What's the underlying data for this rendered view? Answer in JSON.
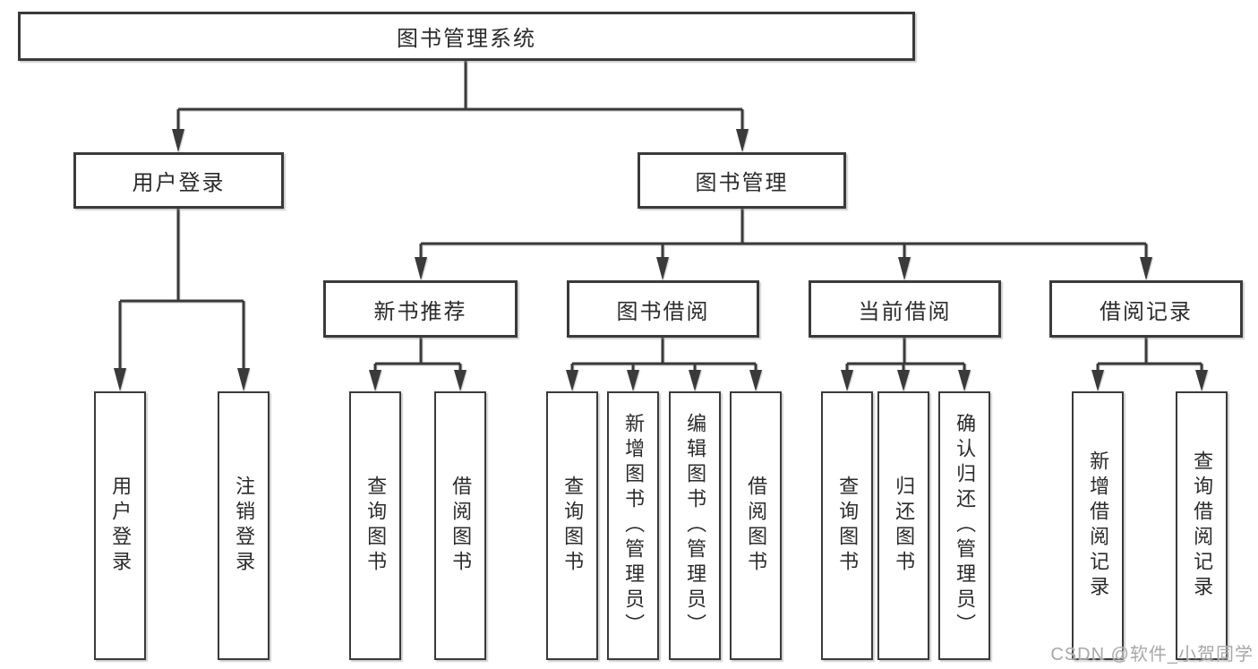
{
  "colors": {
    "line": "#3a3a3a",
    "box_border": "#3a3a3a",
    "text": "#2b2b2b",
    "background": "#ffffff",
    "watermark": "#a8a8a8"
  },
  "tree": {
    "root": {
      "label": "图书管理系统",
      "children": [
        {
          "label": "用户登录",
          "children": [
            {
              "label": "用户登录"
            },
            {
              "label": "注销登录"
            }
          ]
        },
        {
          "label": "图书管理",
          "children": [
            {
              "label": "新书推荐",
              "children": [
                {
                  "label": "查询图书"
                },
                {
                  "label": "借阅图书"
                }
              ]
            },
            {
              "label": "图书借阅",
              "children": [
                {
                  "label": "查询图书"
                },
                {
                  "label": "新增图书（管理员）"
                },
                {
                  "label": "编辑图书（管理员）"
                },
                {
                  "label": "借阅图书"
                }
              ]
            },
            {
              "label": "当前借阅",
              "children": [
                {
                  "label": "查询图书"
                },
                {
                  "label": "归还图书"
                },
                {
                  "label": "确认归还（管理员）"
                }
              ]
            },
            {
              "label": "借阅记录",
              "children": [
                {
                  "label": "新增借阅记录"
                },
                {
                  "label": "查询借阅记录"
                }
              ]
            }
          ]
        }
      ]
    }
  },
  "watermark": {
    "text": "CSDN @软件_小贺同学"
  }
}
